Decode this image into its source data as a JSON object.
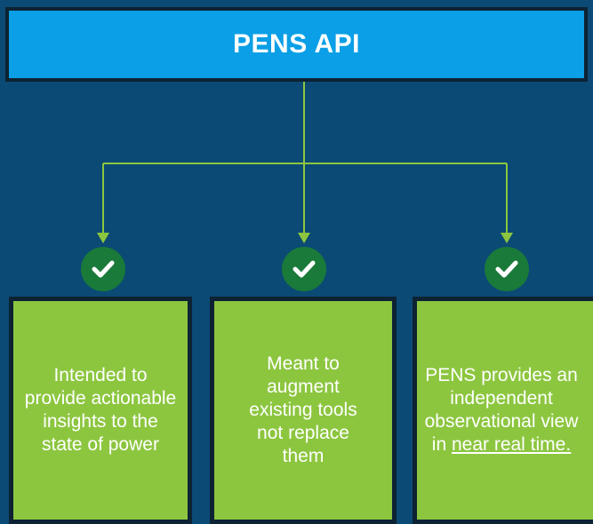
{
  "title": "PENS API",
  "colors": {
    "background": "#0b4a74",
    "title_fill": "#0a9fe6",
    "card_fill": "#8cc63f",
    "connector": "#8cc63f",
    "check_fill": "#1a7a3a",
    "border": "#0d2233"
  },
  "icons": [
    "check-circle-icon",
    "check-circle-icon",
    "check-circle-icon"
  ],
  "cards": [
    {
      "text": "Intended to provide actionable insights to the state of power"
    },
    {
      "text": "Meant to augment existing tools not replace them"
    },
    {
      "text_before": "PENS provides an independent observational view in ",
      "text_underlined": "near real time."
    }
  ]
}
